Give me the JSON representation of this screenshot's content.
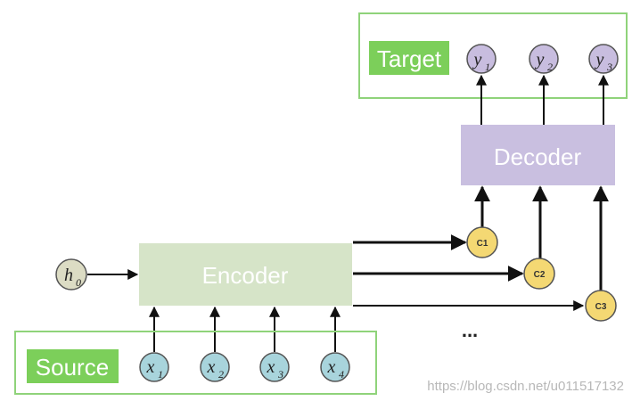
{
  "source": {
    "label": "Source",
    "inputs": [
      {
        "var": "x",
        "sub": "1"
      },
      {
        "var": "x",
        "sub": "2"
      },
      {
        "var": "x",
        "sub": "3"
      },
      {
        "var": "x",
        "sub": "4"
      }
    ]
  },
  "target": {
    "label": "Target",
    "outputs": [
      {
        "var": "y",
        "sub": "1"
      },
      {
        "var": "y",
        "sub": "2"
      },
      {
        "var": "y",
        "sub": "3"
      }
    ]
  },
  "encoder": {
    "label": "Encoder"
  },
  "decoder": {
    "label": "Decoder"
  },
  "initial_state": {
    "var": "h",
    "sub": "0"
  },
  "contexts": [
    "C1",
    "C2",
    "C3"
  ],
  "ellipsis": "...",
  "watermark": "https://blog.csdn.net/u011517132",
  "colors": {
    "green_frame": "#8fd37a",
    "label_bg": "#7ccf5a",
    "encoder": "#d6e4c8",
    "decoder": "#c9bfe0",
    "input_node": "#a8d4dc",
    "output_node": "#c8bddf",
    "context_node": "#f4d873",
    "h0_node": "#dcdcc4"
  }
}
